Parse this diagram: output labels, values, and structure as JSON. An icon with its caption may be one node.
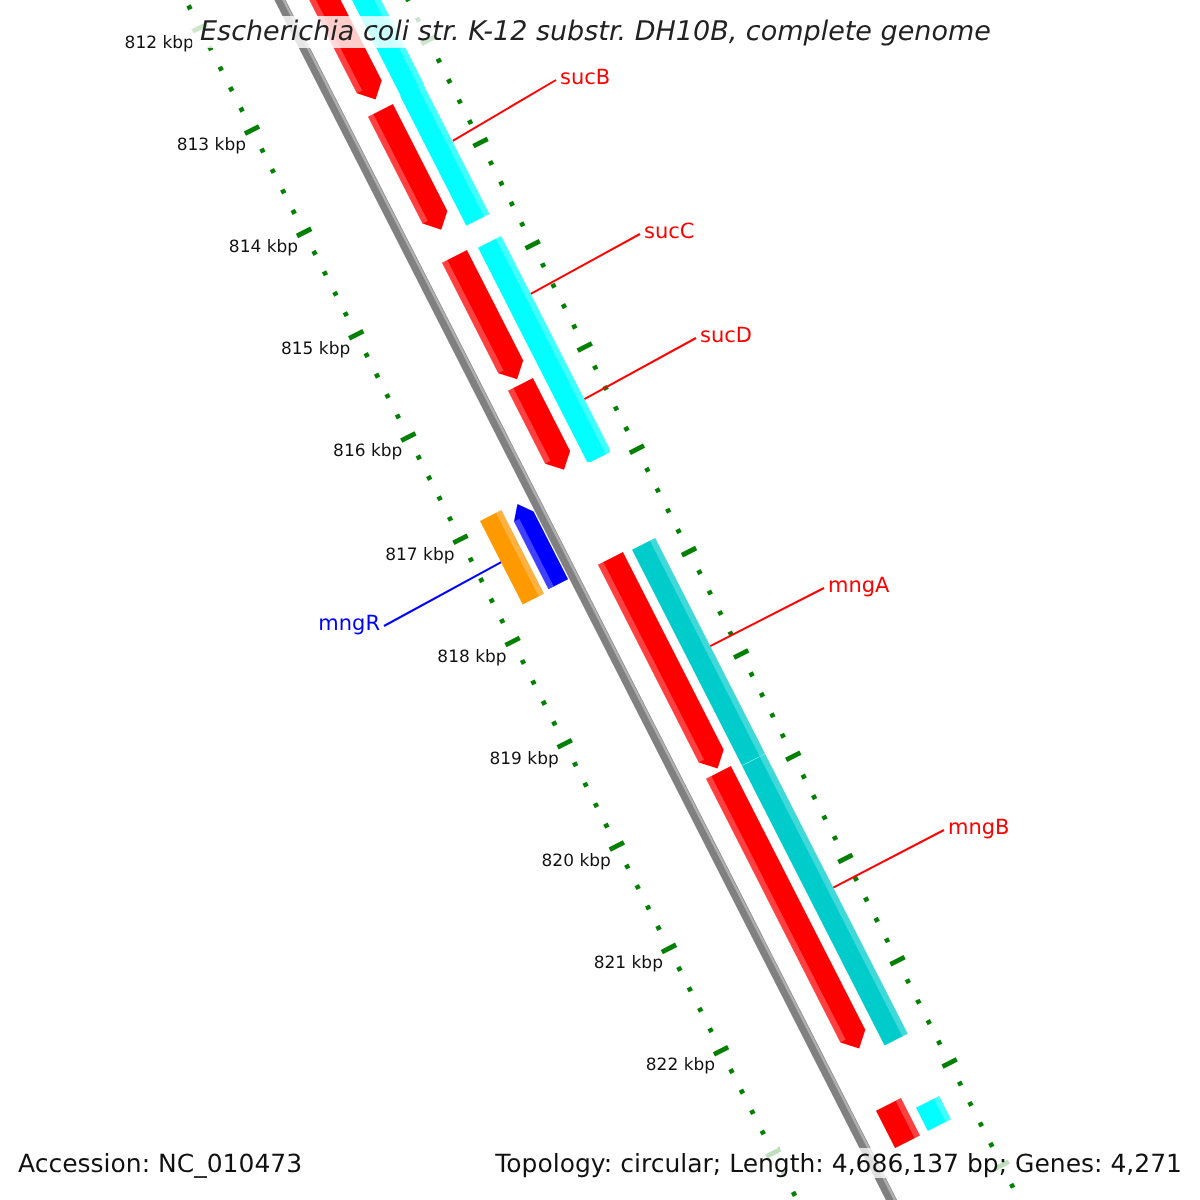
{
  "diagram": {
    "title": "Escherichia coli str. K-12 substr. DH10B, complete genome",
    "nodes": [
      {
        "text": [
          "sucB"
        ]
      },
      {
        "text": [
          "sucC"
        ]
      },
      {
        "text": [
          "sucD"
        ]
      },
      {
        "text": [
          "mngR"
        ]
      },
      {
        "text": [
          "mngA"
        ]
      },
      {
        "text": [
          "mngB"
        ]
      },
      {
        "text": [],
        "shape": "bar"
      },
      {
        "text": [],
        "shape": "bar"
      },
      {
        "text": [],
        "shape": "bar"
      },
      {
        "text": [],
        "shape": "bar"
      },
      {
        "text": [],
        "shape": "bar"
      },
      {
        "text": [],
        "shape": "bar"
      },
      {
        "text": [],
        "shape": "bar"
      },
      {
        "text": [],
        "shape": "arrow"
      },
      {
        "text": [],
        "shape": "arrow"
      },
      {
        "text": [],
        "shape": "arrow"
      },
      {
        "text": [],
        "shape": "arrow"
      },
      {
        "text": [],
        "shape": "arrow"
      },
      {
        "text": [],
        "shape": "arrow"
      },
      {
        "text": [],
        "shape": "bar"
      },
      {
        "text": [],
        "shape": "arrow"
      }
    ],
    "edges": [
      {
        "from": 0,
        "to": 6,
        "arrow": "none"
      },
      {
        "from": 1,
        "to": 7,
        "arrow": "none"
      },
      {
        "from": 2,
        "to": 7,
        "arrow": "none"
      },
      {
        "from": 3,
        "to": 8,
        "arrow": "none",
        "color": "#0000ff"
      },
      {
        "from": 4,
        "to": 9,
        "arrow": "none"
      },
      {
        "from": 5,
        "to": 10,
        "arrow": "none"
      }
    ],
    "labels": [
      "812 kbp",
      "813 kbp",
      "814 kbp",
      "815 kbp",
      "816 kbp",
      "817 kbp",
      "818 kbp",
      "819 kbp",
      "820 kbp",
      "821 kbp",
      "822 kbp",
      "Accession: NC_010473",
      "Topology: circular; Length: 4,686,137 bp; Genes: 4,271"
    ]
  }
}
